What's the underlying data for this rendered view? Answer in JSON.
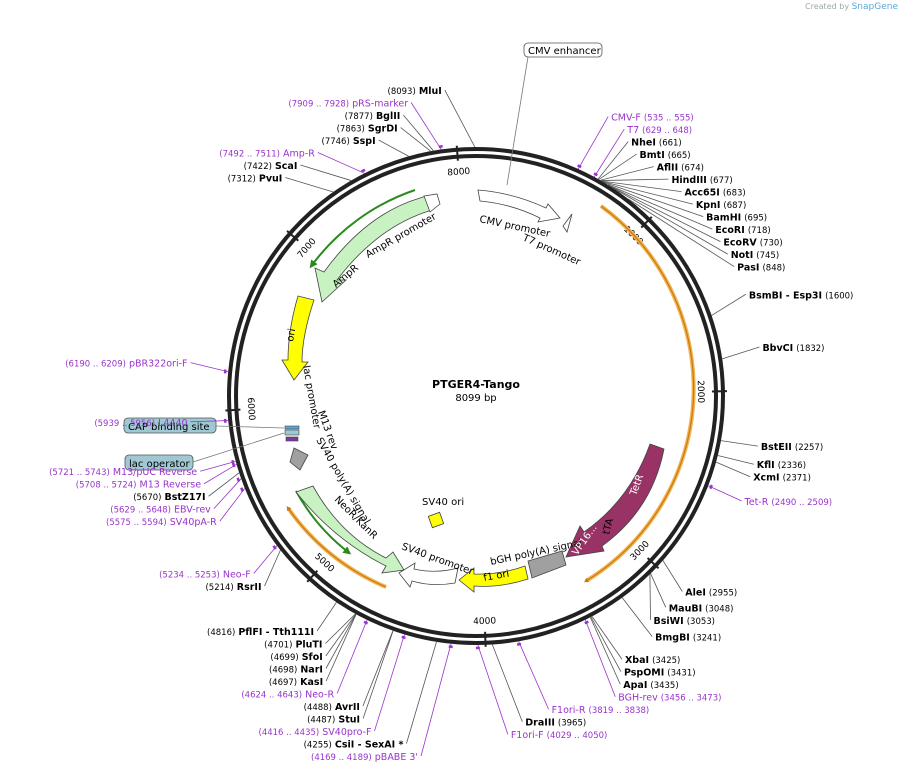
{
  "credit": {
    "prefix": "Created by",
    "brand": "SnapGene"
  },
  "plasmid": {
    "name": "PTGER4-Tango",
    "size_label": "8099 bp",
    "length": 8099
  },
  "colors": {
    "enzyme": "#000000",
    "primer": "#9933cc",
    "ampR": "#c8f2c2",
    "ori": "#ffff00",
    "tetR": "#993366",
    "promoter": "#ffffff",
    "orf": "#f2a93b",
    "site": "#a0c8d4"
  },
  "ticks": [
    "1000",
    "2000",
    "3000",
    "4000",
    "5000",
    "6000",
    "7000",
    "8000"
  ],
  "enzymes": [
    {
      "name": "MluI",
      "pos": "(8093)",
      "bp": 8093
    },
    {
      "name": "BglII",
      "pos": "(7877)",
      "bp": 7877
    },
    {
      "name": "SgrDI",
      "pos": "(7863)",
      "bp": 7863
    },
    {
      "name": "SspI",
      "pos": "(7746)",
      "bp": 7746
    },
    {
      "name": "ScaI",
      "pos": "(7422)",
      "bp": 7422
    },
    {
      "name": "PvuI",
      "pos": "(7312)",
      "bp": 7312
    },
    {
      "name": "NheI",
      "pos": "(661)",
      "bp": 661
    },
    {
      "name": "BmtI",
      "pos": "(665)",
      "bp": 665
    },
    {
      "name": "AflII",
      "pos": "(674)",
      "bp": 674
    },
    {
      "name": "HindIII",
      "pos": "(677)",
      "bp": 677
    },
    {
      "name": "Acc65I",
      "pos": "(683)",
      "bp": 683
    },
    {
      "name": "KpnI",
      "pos": "(687)",
      "bp": 687
    },
    {
      "name": "BamHI",
      "pos": "(695)",
      "bp": 695
    },
    {
      "name": "EcoRI",
      "pos": "(718)",
      "bp": 718
    },
    {
      "name": "EcoRV",
      "pos": "(730)",
      "bp": 730
    },
    {
      "name": "NotI",
      "pos": "(745)",
      "bp": 745
    },
    {
      "name": "PasI",
      "pos": "(848)",
      "bp": 848
    },
    {
      "name": "BsmBI - Esp3I",
      "pos": "(1600)",
      "bp": 1600
    },
    {
      "name": "BbvCI",
      "pos": "(1832)",
      "bp": 1832
    },
    {
      "name": "BstEII",
      "pos": "(2257)",
      "bp": 2257
    },
    {
      "name": "KflI",
      "pos": "(2336)",
      "bp": 2336
    },
    {
      "name": "XcmI",
      "pos": "(2371)",
      "bp": 2371
    },
    {
      "name": "AleI",
      "pos": "(2955)",
      "bp": 2955
    },
    {
      "name": "MauBI",
      "pos": "(3048)",
      "bp": 3048
    },
    {
      "name": "BsiWI",
      "pos": "(3053)",
      "bp": 3053
    },
    {
      "name": "BmgBI",
      "pos": "(3241)",
      "bp": 3241
    },
    {
      "name": "XbaI",
      "pos": "(3425)",
      "bp": 3425
    },
    {
      "name": "PspOMI",
      "pos": "(3431)",
      "bp": 3431
    },
    {
      "name": "ApaI",
      "pos": "(3435)",
      "bp": 3435
    },
    {
      "name": "DraIII",
      "pos": "(3965)",
      "bp": 3965
    },
    {
      "name": "CsiI - SexAI *",
      "pos": "(4255)",
      "bp": 4255
    },
    {
      "name": "StuI",
      "pos": "(4487)",
      "bp": 4487
    },
    {
      "name": "AvrII",
      "pos": "(4488)",
      "bp": 4488
    },
    {
      "name": "KasI",
      "pos": "(4697)",
      "bp": 4697
    },
    {
      "name": "NarI",
      "pos": "(4698)",
      "bp": 4698
    },
    {
      "name": "SfoI",
      "pos": "(4699)",
      "bp": 4699
    },
    {
      "name": "PluTI",
      "pos": "(4701)",
      "bp": 4701
    },
    {
      "name": "PflFI - Tth111I",
      "pos": "(4816)",
      "bp": 4816
    },
    {
      "name": "RsrII",
      "pos": "(5214)",
      "bp": 5214
    },
    {
      "name": "BstZ17I",
      "pos": "(5670)",
      "bp": 5670
    }
  ],
  "primers": [
    {
      "name": "pRS-marker",
      "range": "(7909 .. 7928)",
      "bp": 7918
    },
    {
      "name": "Amp-R",
      "range": "(7492 .. 7511)",
      "bp": 7501
    },
    {
      "name": "CMV-F",
      "range": "(535 .. 555)",
      "bp": 545
    },
    {
      "name": "T7",
      "range": "(629 .. 648)",
      "bp": 638
    },
    {
      "name": "pBR322ori-F",
      "range": "(6190 .. 6209)",
      "bp": 6200
    },
    {
      "name": "L4440",
      "range": "(5939 .. 5956)",
      "bp": 5947
    },
    {
      "name": "M13/pUC Reverse",
      "range": "(5721 .. 5743)",
      "bp": 5732
    },
    {
      "name": "M13 Reverse",
      "range": "(5708 .. 5724)",
      "bp": 5716
    },
    {
      "name": "EBV-rev",
      "range": "(5629 .. 5648)",
      "bp": 5638
    },
    {
      "name": "SV40pA-R",
      "range": "(5575 .. 5594)",
      "bp": 5584
    },
    {
      "name": "Neo-F",
      "range": "(5234 .. 5253)",
      "bp": 5243
    },
    {
      "name": "Neo-R",
      "range": "(4624 .. 4643)",
      "bp": 4633
    },
    {
      "name": "SV40pro-F",
      "range": "(4416 .. 4435)",
      "bp": 4425
    },
    {
      "name": "pBABE 3'",
      "range": "(4169 .. 4189)",
      "bp": 4179
    },
    {
      "name": "F1ori-F",
      "range": "(4029 .. 4050)",
      "bp": 4040
    },
    {
      "name": "F1ori-R",
      "range": "(3819 .. 3838)",
      "bp": 3828
    },
    {
      "name": "BGH-rev",
      "range": "(3456 .. 3473)",
      "bp": 3464
    },
    {
      "name": "Tet-R",
      "range": "(2490 .. 2509)",
      "bp": 2500
    }
  ],
  "features": {
    "cmv_enhancer": "CMV enhancer",
    "cmv_promoter": "CMV promoter",
    "t7_promoter": "T7 promoter",
    "ampR_promoter": "AmpR promoter",
    "ampR": "AmpR",
    "ori": "ori",
    "lac_promoter": "lac promoter",
    "m13_rev": "M13 rev",
    "sv40_polyA": "SV40 poly(A) signal",
    "neoR": "NeoR/KanR",
    "sv40_promoter": "SV40 promoter",
    "sv40_ori": "SV40 ori",
    "f1_ori": "f1 ori",
    "bgh_polyA": "bGH poly(A) signal",
    "tTA": "tTA",
    "tetR": "TetR",
    "vp16": "VP16...",
    "cap_site": "CAP binding site",
    "lac_operator": "lac operator"
  }
}
